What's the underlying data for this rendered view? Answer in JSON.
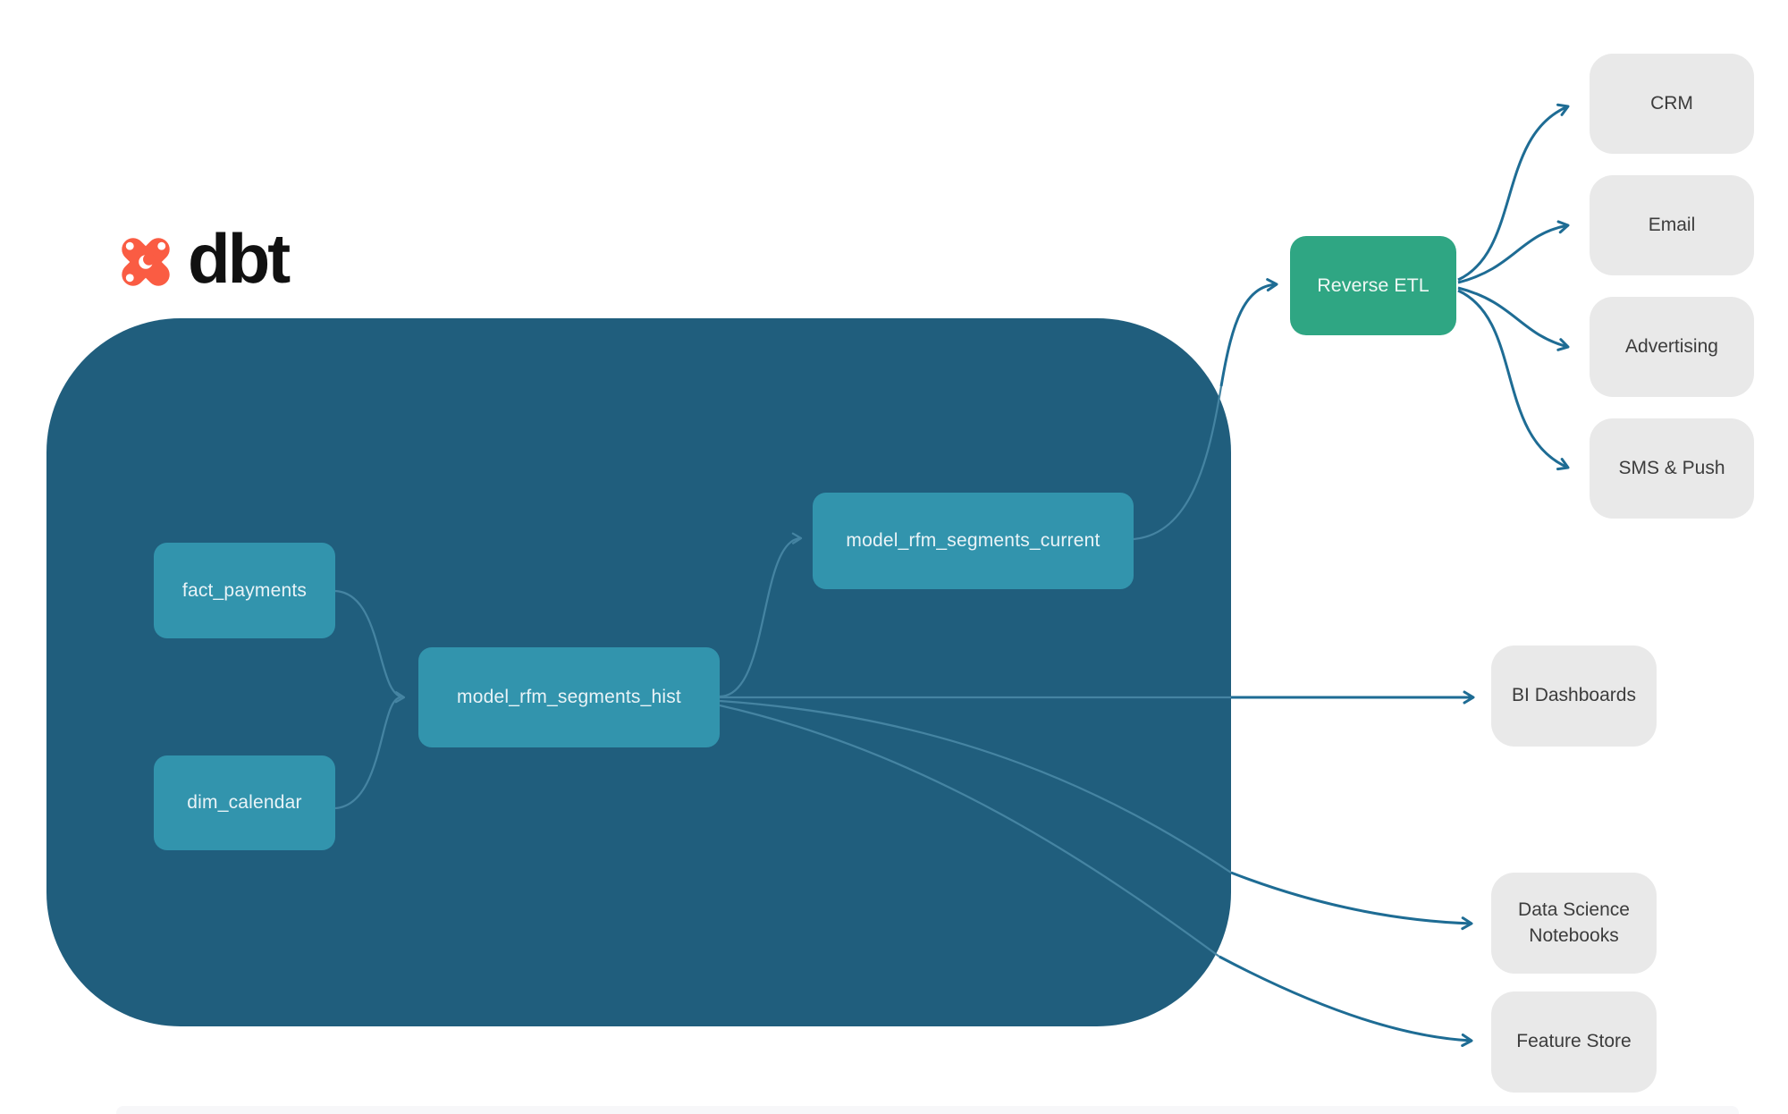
{
  "logo": {
    "brand": "dbt"
  },
  "nodes": {
    "fact_payments": {
      "label": "fact_payments"
    },
    "dim_calendar": {
      "label": "dim_calendar"
    },
    "hist": {
      "label": "model_rfm_segments_hist"
    },
    "current": {
      "label": "model_rfm_segments_current"
    }
  },
  "reverse_etl": {
    "label": "Reverse ETL"
  },
  "destinations": [
    {
      "id": "crm",
      "label": "CRM"
    },
    {
      "id": "email",
      "label": "Email"
    },
    {
      "id": "advertising",
      "label": "Advertising"
    },
    {
      "id": "sms-push",
      "label": "SMS & Push"
    },
    {
      "id": "bi-dashboards",
      "label": "BI Dashboards"
    },
    {
      "id": "data-science-notebooks",
      "label": "Data Science Notebooks"
    },
    {
      "id": "feature-store",
      "label": "Feature Store"
    }
  ],
  "colors": {
    "logo_orange": "#FA5C43",
    "container_bg": "#205E7D",
    "node_bg": "#3294AD",
    "node_text": "#E9F3F7",
    "reverse_etl_bg": "#2FA683",
    "destination_bg": "#E9E9E9",
    "destination_text": "#3C3C3C",
    "edge": "#1E6C94",
    "edge_inner": "#4584A2",
    "wordmark_color": "#111111"
  }
}
